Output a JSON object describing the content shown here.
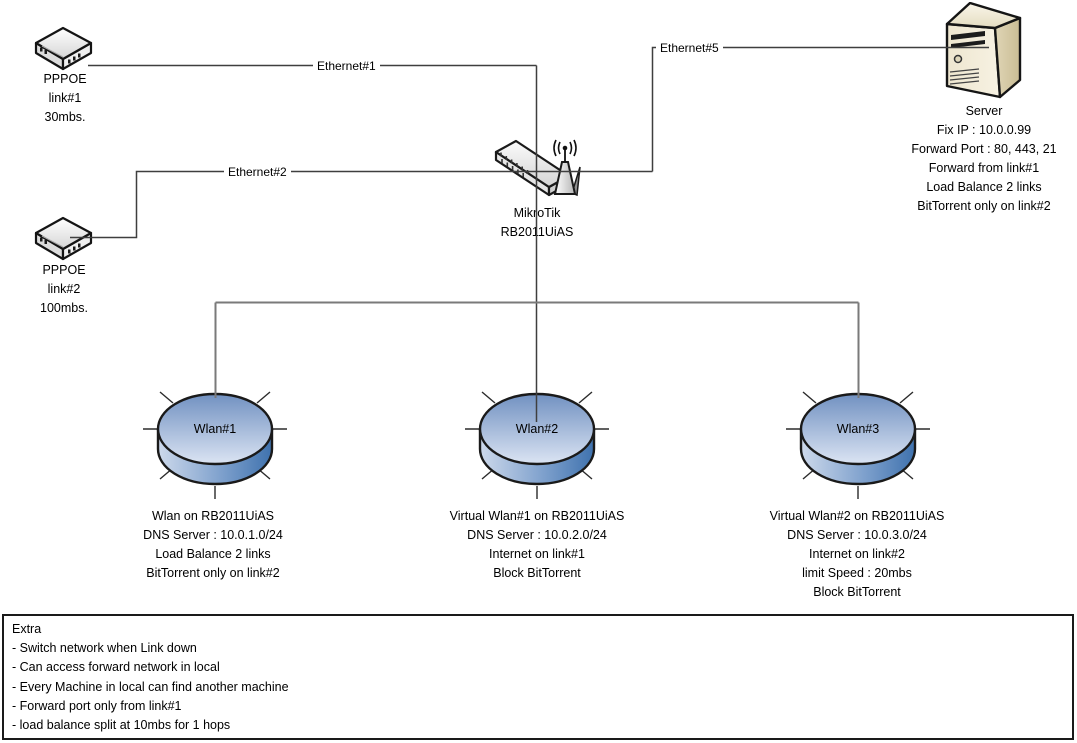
{
  "diagram_title": "MikroTik RB2011UiAS load-balancing network diagram",
  "nodes": {
    "modem1": {
      "icon": "modem-icon",
      "lines": [
        "PPPOE",
        "link#1",
        "30mbs."
      ]
    },
    "modem2": {
      "icon": "modem-icon",
      "lines": [
        "PPPOE",
        "link#2",
        "100mbs."
      ]
    },
    "router": {
      "icon": "wireless-router-icon",
      "lines": [
        "MikroTik",
        "RB2011UiAS"
      ]
    },
    "server": {
      "icon": "server-tower-icon",
      "lines": [
        "Server",
        "Fix IP : 10.0.0.99",
        "Forward Port : 80, 443, 21",
        "Forward from link#1",
        "Load Balance 2 links",
        "BitTorrent only on link#2"
      ]
    },
    "wlan1": {
      "icon": "wireless-disk-icon",
      "label": "Wlan#1",
      "lines": [
        "Wlan on RB2011UiAS",
        "DNS Server : 10.0.1.0/24",
        "Load Balance 2 links",
        "BitTorrent only on link#2"
      ]
    },
    "wlan2": {
      "icon": "wireless-disk-icon",
      "label": "Wlan#2",
      "lines": [
        "Virtual Wlan#1 on RB2011UiAS",
        "DNS Server : 10.0.2.0/24",
        "Internet on link#1",
        "Block BitTorrent"
      ]
    },
    "wlan3": {
      "icon": "wireless-disk-icon",
      "label": "Wlan#3",
      "lines": [
        "Virtual Wlan#2 on RB2011UiAS",
        "DNS Server : 10.0.3.0/24",
        "Internet on link#2",
        "limit Speed : 20mbs",
        "Block BitTorrent"
      ]
    }
  },
  "links": {
    "eth1": {
      "label": "Ethernet#1"
    },
    "eth2": {
      "label": "Ethernet#2"
    },
    "eth5": {
      "label": "Ethernet#5"
    }
  },
  "extra": {
    "title": "Extra",
    "items": [
      "- Switch network when Link down",
      "- Can access forward network in local",
      "- Every Machine in local can find another machine",
      "- Forward port only from link#1",
      "- load balance split at 10mbs for 1 hops"
    ]
  },
  "colors": {
    "connector_dark": "#3f3f3f",
    "connector_gray": "#7a7a7a",
    "disk_top_dark": "#7191c1",
    "disk_top_light": "#dbe4f3",
    "disk_side_dark": "#3f72ae",
    "server_front": "#f2ecd8",
    "server_side": "#cfc297",
    "outline": "#1a1a1a"
  }
}
